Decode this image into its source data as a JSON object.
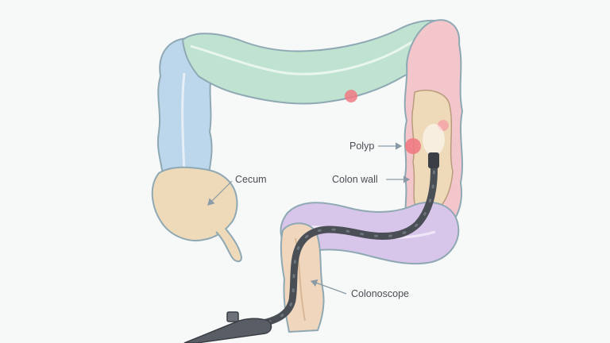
{
  "diagram": {
    "labels": {
      "polyp": "Polyp",
      "colon_wall": "Colon wall",
      "cecum": "Cecum",
      "colonoscope": "Colonoscope"
    }
  },
  "colors": {
    "background": "#f7f8f8",
    "ascending": "#bcd6ec",
    "transverse": "#bfe3d0",
    "descending": "#f3c6cc",
    "sigmoid": "#d8c6ea",
    "rectum": "#f0d6bc",
    "lumen": "#eed9b8",
    "polyp": "#f07a84",
    "scope": "#4a4f56",
    "outline": "#8fa9b4",
    "label_text": "#4a4f55",
    "leader_line": "#8a9aa6"
  }
}
